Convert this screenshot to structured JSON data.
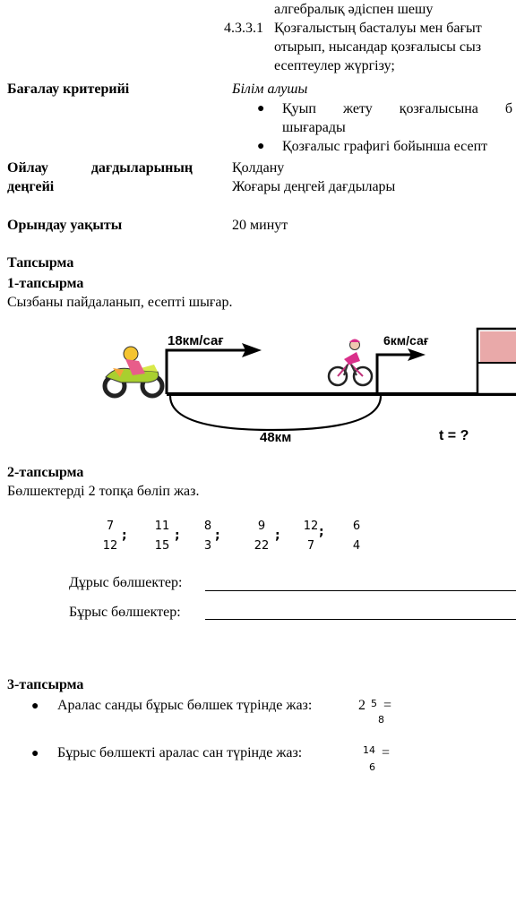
{
  "objectives": {
    "line1": "алгебралық әдіспен шешу",
    "code": "4.3.3.1",
    "line2": "Қозғалыстың басталуы мен бағыт",
    "line3": "отырып, нысандар қозғалысы сыз",
    "line4": "есептеулер жүргізу;"
  },
  "criteria": {
    "label": "Бағалау критерийі",
    "intro": "Білім алушы",
    "bullet1_a": "Қуып жету қозғалысына б",
    "bullet1_b": "шығарады",
    "bullet2": "Қозғалыс графигі бойынша есепт"
  },
  "thinking": {
    "label_a": "Ойлау дағдыларының",
    "label_b": "деңгейі",
    "value_a": "Қолдану",
    "value_b": "Жоғары деңгей дағдылары"
  },
  "time": {
    "label": "Орындау уақыты",
    "value": "20 минут"
  },
  "tasks_header": "Тапсырма",
  "task1": {
    "title": "1-тапсырма",
    "text": "Сызбаны пайдаланып, есепті шығар.",
    "diagram": {
      "speed1": "18км/сағ",
      "speed2": "6км/сағ",
      "distance": "48км",
      "time_q": "t = ?"
    }
  },
  "task2": {
    "title": "2-тапсырма",
    "text": "Бөлшектерді 2 топқа бөліп жаз.",
    "fractions": [
      {
        "num": "7",
        "den": "12"
      },
      {
        "num": "11",
        "den": "15"
      },
      {
        "num": "8",
        "den": "3"
      },
      {
        "num": "9",
        "den": "22"
      },
      {
        "num": "12",
        "den": "7"
      },
      {
        "num": "6",
        "den": "4"
      }
    ],
    "proper_label": "Дұрыс бөлшектер:",
    "improper_label": "Бұрыс бөлшектер:"
  },
  "task3": {
    "title": "3-тапсырма",
    "item1_text": "Аралас санды бұрыс бөлшек түрінде жаз:",
    "item1_whole": "2",
    "item1_num": "5",
    "item1_den": "8",
    "item2_text": "Бұрыс бөлшекті аралас сан түрінде жаз:",
    "item2_num": "14",
    "item2_den": "6",
    "equals": "="
  }
}
